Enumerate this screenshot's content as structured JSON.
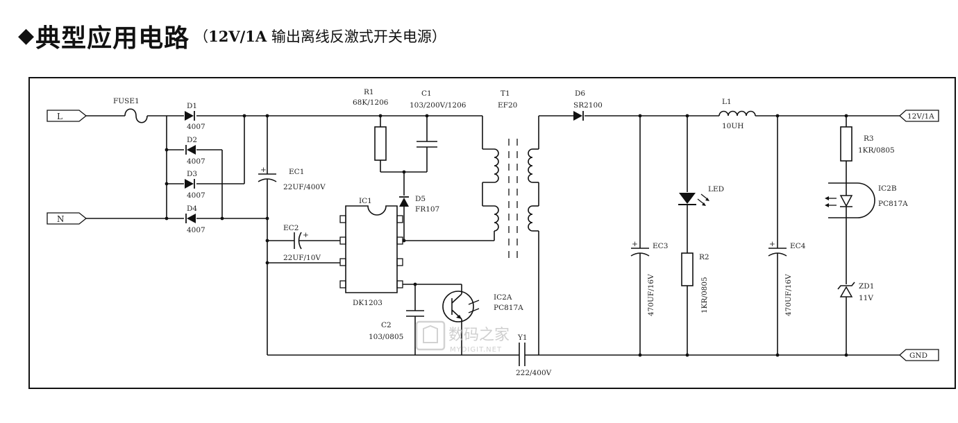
{
  "title": {
    "diamond": "◆",
    "main": "典型应用电路",
    "open_paren": "（",
    "sub_bold": "12V/1A",
    "sub_rest": " 输出离线反激式开关电源）"
  },
  "ports": {
    "l": "L",
    "n": "N",
    "out": "12V/1A",
    "gnd": "GND"
  },
  "components": {
    "fuse": "FUSE1",
    "d1": "D1",
    "d1_val": "4007",
    "d2": "D2",
    "d2_val": "4007",
    "d3": "D3",
    "d3_val": "4007",
    "d4": "D4",
    "d4_val": "4007",
    "ec1": "EC1",
    "ec1_val": "22UF/400V",
    "ec2": "EC2",
    "ec2_val": "22UF/10V",
    "r1": "R1",
    "r1_val": "68K/1206",
    "c1": "C1",
    "c1_val": "103/200V/1206",
    "d5": "D5",
    "d5_val": "FR107",
    "ic1": "IC1",
    "ic1_val": "DK1203",
    "c2": "C2",
    "c2_val": "103/0805",
    "ic2a": "IC2A",
    "ic2a_val": "PC817A",
    "t1": "T1",
    "t1_val": "EF20",
    "y1": "Y1",
    "y1_val": "222/400V",
    "d6": "D6",
    "d6_val": "SR2100",
    "ec3_val": "470UF/16V",
    "ec3": "EC3",
    "led": "LED",
    "r2": "R2",
    "r2_val": "1KR/0805",
    "l1": "L1",
    "l1_val": "10UH",
    "ec4": "EC4",
    "ec4_val": "470UF/16V",
    "r3": "R3",
    "r3_val": "1KR/0805",
    "ic2b": "IC2B",
    "ic2b_val": "PC817A",
    "zd1": "ZD1",
    "zd1_val": "11V"
  },
  "watermark": {
    "cn": "数码之家",
    "en": "MYDIGIT.NET"
  }
}
